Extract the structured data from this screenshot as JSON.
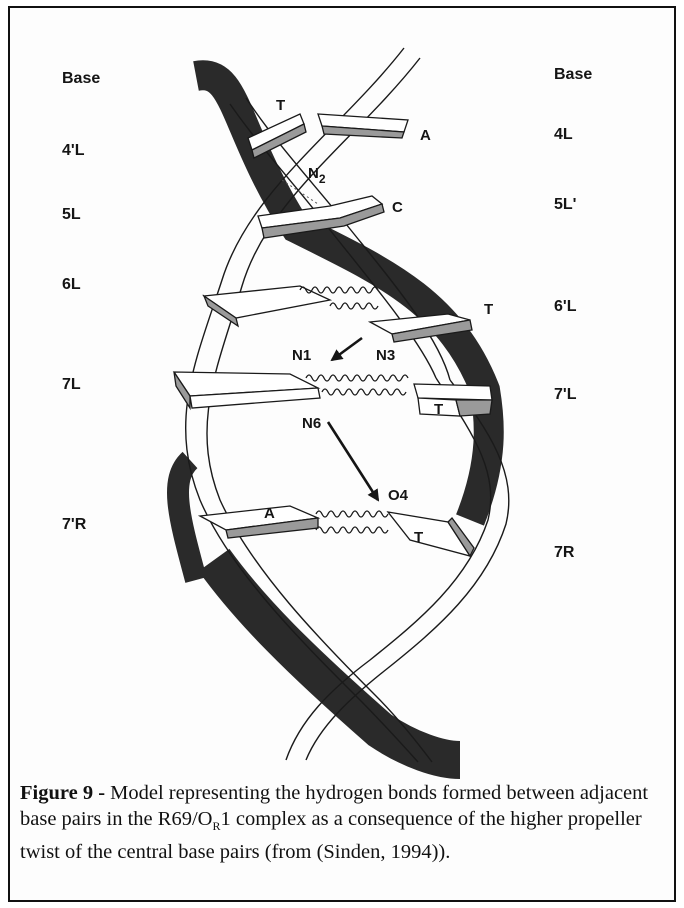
{
  "left_labels": [
    "Base",
    "4'L",
    "5L",
    "6L",
    "7L",
    "7'R"
  ],
  "right_labels": [
    "Base",
    "4L",
    "5L'",
    "6'L",
    "7'L",
    "7R"
  ],
  "atoms": {
    "n2": "N",
    "n2_sub": "2",
    "n1": "N1",
    "n3": "N3",
    "n6": "N6",
    "o4": "O4"
  },
  "bases": {
    "t_top": "T",
    "a_top": "A",
    "c_mid": "C",
    "t_6": "T",
    "t_7": "T",
    "a_bottom": "A",
    "t_bottom": "T"
  },
  "caption": {
    "label": "Figure 9 -",
    "text_1": " Model representing the hydrogen bonds formed between adjacent base pairs in the R69/O",
    "subscript": "R",
    "text_2": "1 complex as a consequence of the higher propeller twist of the central base pairs (from (Sinden, 1994))."
  }
}
